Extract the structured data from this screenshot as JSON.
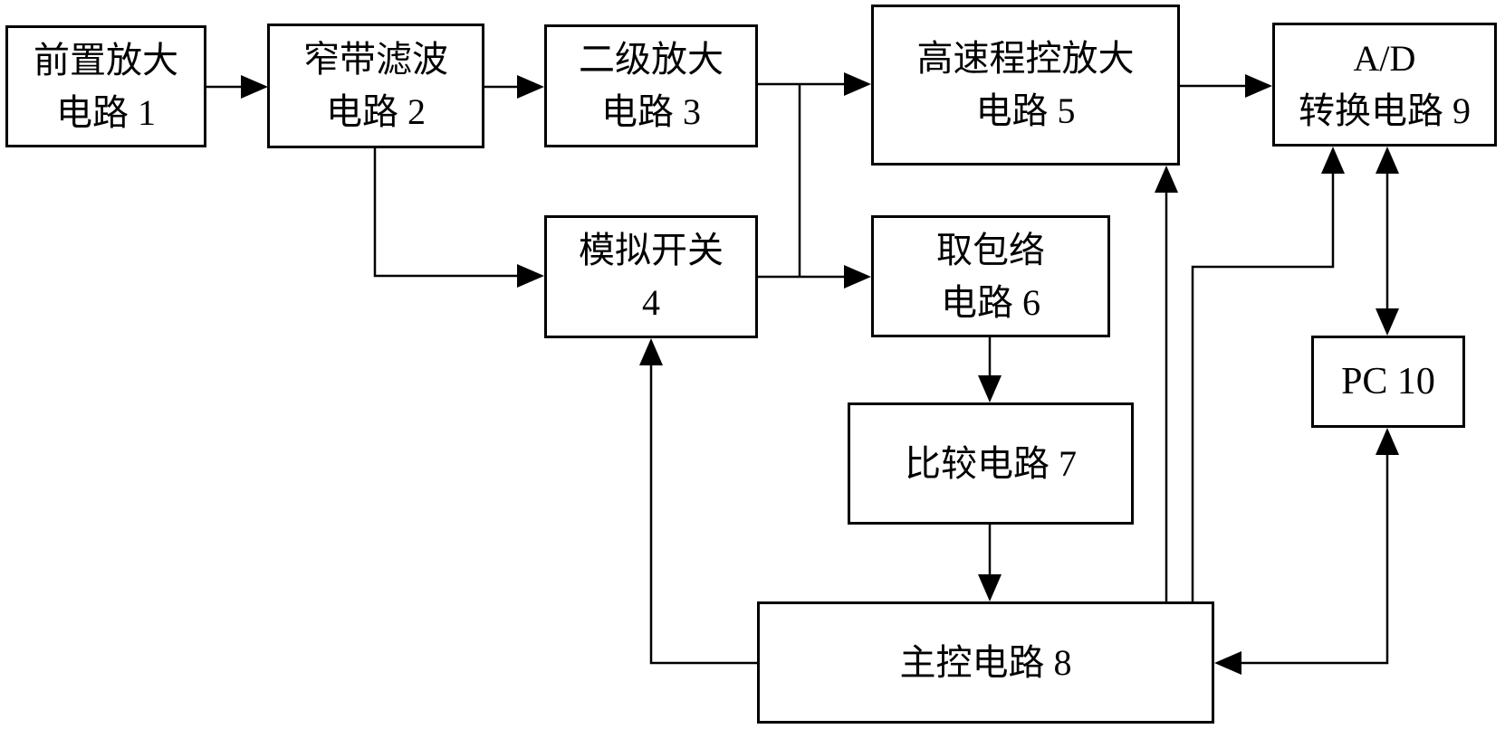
{
  "figure": {
    "background_color": "#ffffff",
    "line_color": "#000000",
    "text_color": "#000000"
  },
  "boxes": {
    "preamp": {
      "label": "前置放大\n电路 1"
    },
    "narrowband_filter": {
      "label": "窄带滤波\n电路 2"
    },
    "second_stage_amp": {
      "label": "二级放大\n电路 3"
    },
    "analog_switch": {
      "label": "模拟开关\n4"
    },
    "programmable_amp": {
      "label": "高速程控放大\n电路 5"
    },
    "envelope_detector": {
      "label": "取包络\n电路 6"
    },
    "comparator": {
      "label": "比较电路 7"
    },
    "main_control": {
      "label": "主控电路 8"
    },
    "ad_converter": {
      "label": "A/D\n转换电路 9"
    },
    "pc": {
      "label": "PC 10"
    }
  }
}
